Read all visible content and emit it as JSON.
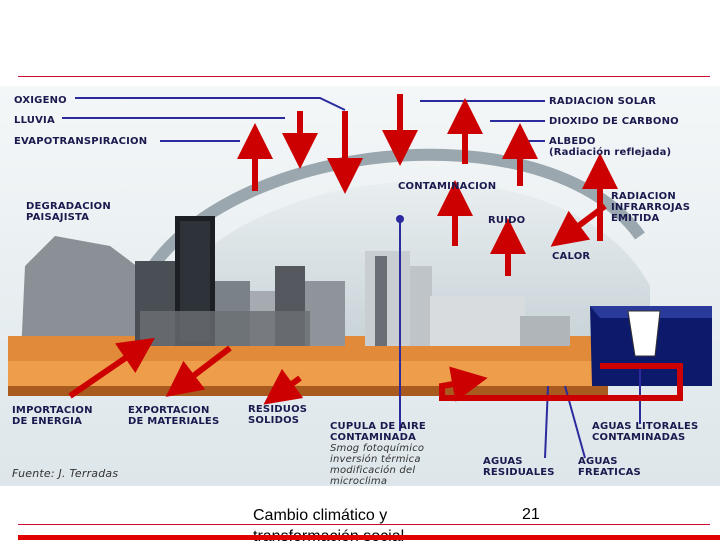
{
  "labels": {
    "oxigeno": "OXIGENO",
    "lluvia": "LLUVIA",
    "evapotranspiracion": "EVAPOTRANSPIRACION",
    "radiacion_solar": "RADIACION SOLAR",
    "dioxido_carbono": "DIOXIDO DE CARBONO",
    "albedo": "ALBEDO",
    "albedo_sub": "(Radiación reflejada)",
    "contaminacion": "CONTAMINACION",
    "degradacion": "DEGRADACION\nPAISAJISTA",
    "radiacion_infrarroja": "RADIACION\nINFRARROJAS\nEMITIDA",
    "ruido": "RUIDO",
    "calor": "CALOR",
    "importacion": "IMPORTACION\nDE ENERGIA",
    "exportacion": "EXPORTACION\nDE MATERIALES",
    "residuos": "RESIDUOS\nSOLIDOS",
    "cupula": "CUPULA DE AIRE\nCONTAMINADA",
    "cupula_sub": "Smog fotoquímico\ninversión térmica\nmodificación del\nmicroclima",
    "aguas_litorales": "AGUAS LITORALES\nCONTAMINADAS",
    "aguas_residuales": "AGUAS\nRESIDUALES",
    "aguas_freaticas": "AGUAS\nFREATICAS",
    "fuente": "Fuente: J. Terradas"
  },
  "footer": {
    "caption_line1": "Cambio climático y",
    "caption_line2": "transformación social",
    "page_number": "21"
  },
  "colors": {
    "accent_red": "#c8102e",
    "arrow_red": "#cc0000",
    "label_navy": "#1a1a4e",
    "line_blue": "#2b2b9e"
  }
}
